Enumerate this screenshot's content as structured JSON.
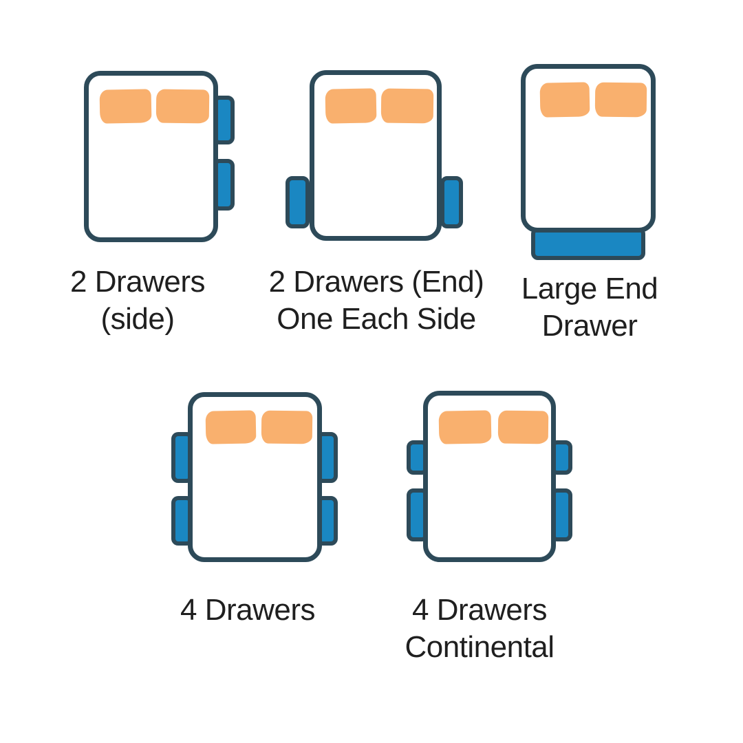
{
  "colors": {
    "outline": "#2d4a59",
    "drawer": "#1a87c2",
    "pillow": "#f9b06e",
    "bed": "#ffffff",
    "text": "#1f1f1f",
    "background": "#ffffff"
  },
  "figures": [
    {
      "id": "2-drawers-side",
      "icon": "bed-top-view-icon",
      "drawer_count": 2,
      "drawer_placement": "right-side",
      "label_lines": [
        "2 Drawers",
        "(side)"
      ]
    },
    {
      "id": "2-drawers-end-one-each-side",
      "icon": "bed-top-view-icon",
      "drawer_count": 2,
      "drawer_placement": "one-each-side-at-foot-end",
      "label_lines": [
        "2 Drawers (End)",
        "One Each Side"
      ]
    },
    {
      "id": "large-end-drawer",
      "icon": "bed-top-view-icon",
      "drawer_count": 1,
      "drawer_placement": "foot-end",
      "label_lines": [
        "Large End",
        "Drawer"
      ]
    },
    {
      "id": "4-drawers",
      "icon": "bed-top-view-icon",
      "drawer_count": 4,
      "drawer_placement": "two-each-side",
      "label_lines": [
        "4 Drawers"
      ]
    },
    {
      "id": "4-drawers-continental",
      "icon": "bed-top-view-icon",
      "drawer_count": 4,
      "drawer_placement": "two-each-side-smaller-head-drawers",
      "label_lines": [
        "4 Drawers",
        "Continental"
      ]
    }
  ]
}
